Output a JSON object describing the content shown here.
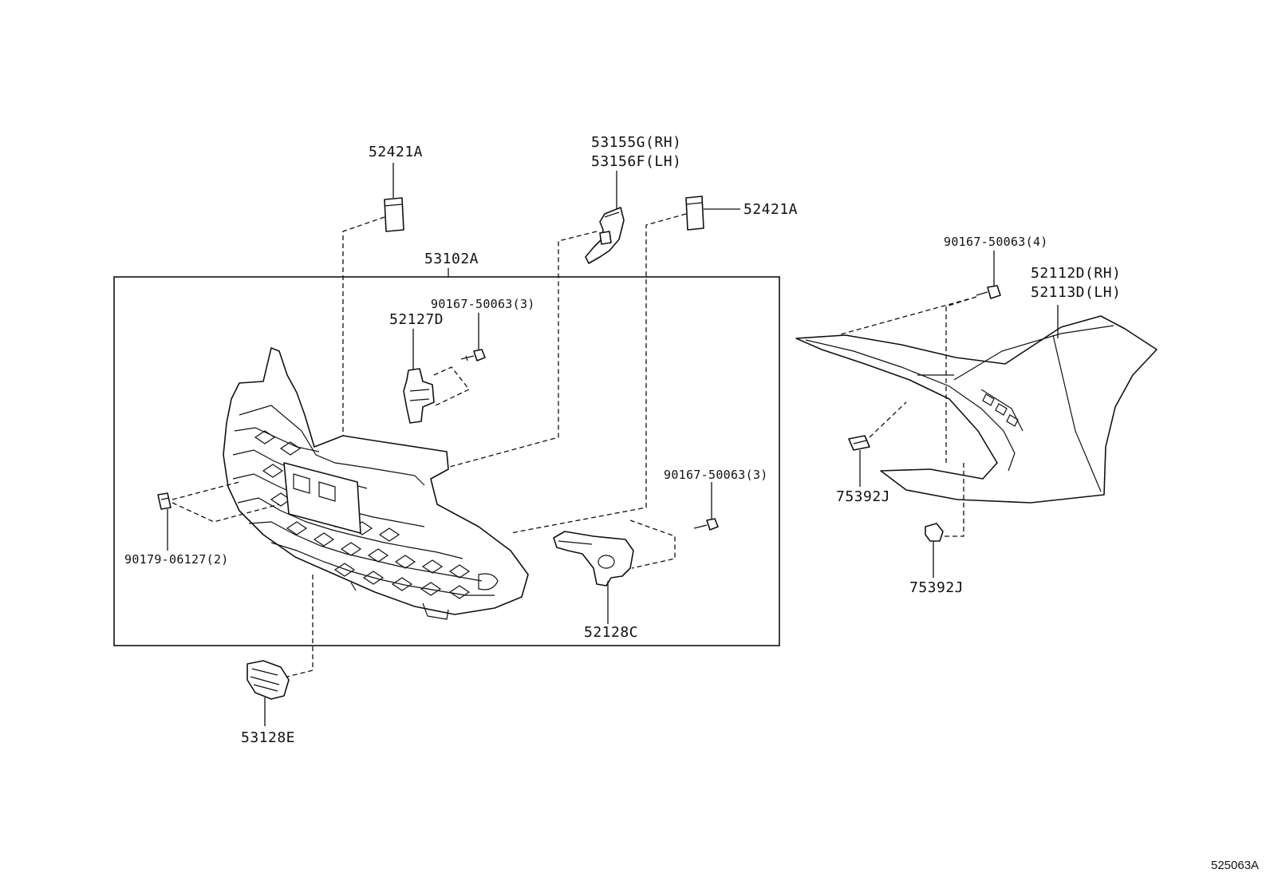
{
  "diagram": {
    "labels": {
      "p52421a_top": "52421A",
      "p53155g": "53155G(RH)",
      "p53156f": "53156F(LH)",
      "p52421a_right": "52421A",
      "p53102a": "53102A",
      "p90167_left": "90167-50063(3)",
      "p52127d": "52127D",
      "p90179": "90179-06127(2)",
      "p90167_mid": "90167-50063(3)",
      "p52128c": "52128C",
      "p53128e": "53128E",
      "p90167_right": "90167-50063(4)",
      "p52112d": "52112D(RH)",
      "p52113d": "52113D(LH)",
      "p75392j_left": "75392J",
      "p75392j_bottom": "75392J"
    },
    "reference_code": "525063A"
  }
}
